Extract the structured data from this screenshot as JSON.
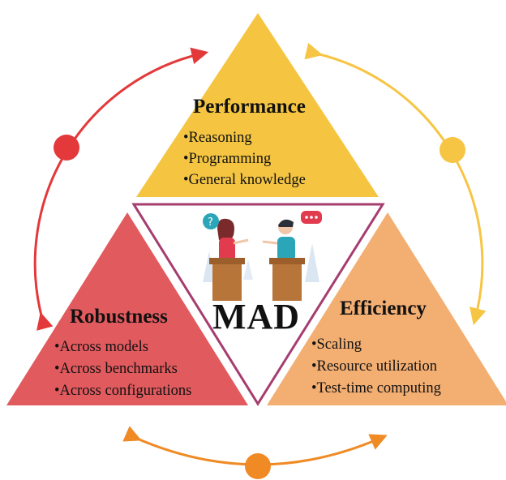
{
  "center": {
    "label": "MAD"
  },
  "performance": {
    "title": "Performance",
    "items": [
      "•Reasoning",
      "•Programming",
      "•General knowledge"
    ]
  },
  "robustness": {
    "title": "Robustness",
    "items": [
      "•Across models",
      "•Across benchmarks",
      "•Across configurations"
    ]
  },
  "efficiency": {
    "title": "Efficiency",
    "items": [
      "•Scaling",
      "•Resource utilization",
      "•Test-time computing"
    ]
  },
  "colors": {
    "performance": "#f5c542",
    "robustness": "#e05a5e",
    "efficiency": "#f3ae72",
    "center_border": "#a63d6f",
    "red_arc": "#e3393b",
    "yellow_arc": "#f7c544",
    "orange_arc": "#f08a24"
  },
  "icons": [
    "debate-illustration-icon",
    "speech-bubble-icon",
    "podium-icon"
  ]
}
